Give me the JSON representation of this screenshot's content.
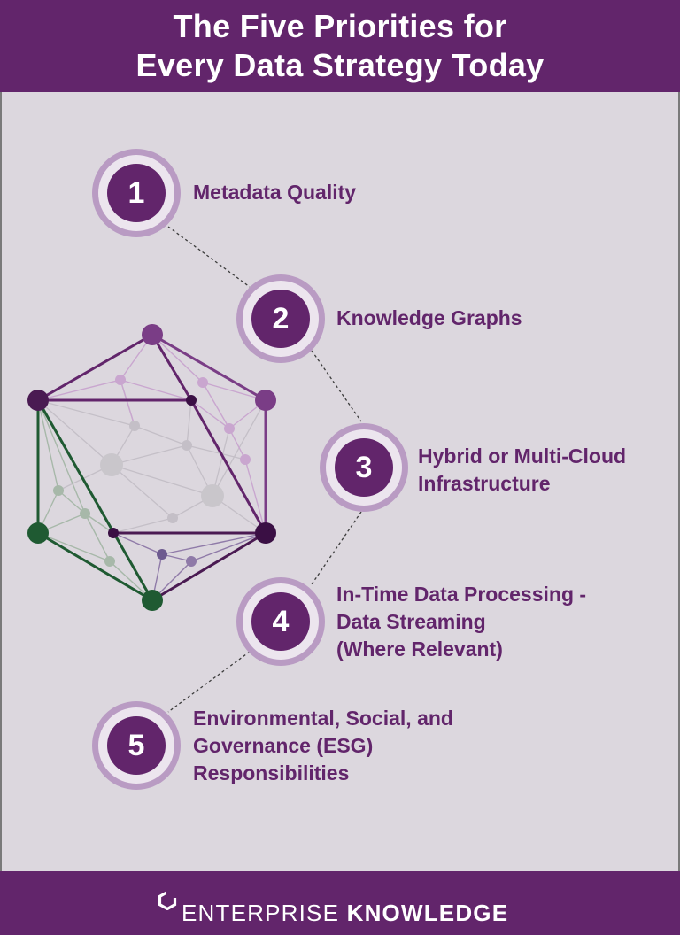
{
  "header": {
    "title_line1": "The Five Priorities for",
    "title_line2": "Every Data Strategy Today"
  },
  "priorities": [
    {
      "number": "1",
      "label": "Metadata Quality"
    },
    {
      "number": "2",
      "label": "Knowledge Graphs"
    },
    {
      "number": "3",
      "label": "Hybrid or Multi-Cloud\nInfrastructure"
    },
    {
      "number": "4",
      "label": "In-Time Data Processing -\nData Streaming\n(Where Relevant)"
    },
    {
      "number": "5",
      "label": "Environmental, Social, and\nGovernance (ESG)\nResponsibilities"
    }
  ],
  "footer": {
    "brand_word1": "ENTERPRISE",
    "brand_word2": "KNOWLEDGE"
  },
  "colors": {
    "brand_purple": "#62256b",
    "light_purple": "#b99bc3",
    "dark_green": "#1f5a32",
    "background": "#dcd7de"
  }
}
